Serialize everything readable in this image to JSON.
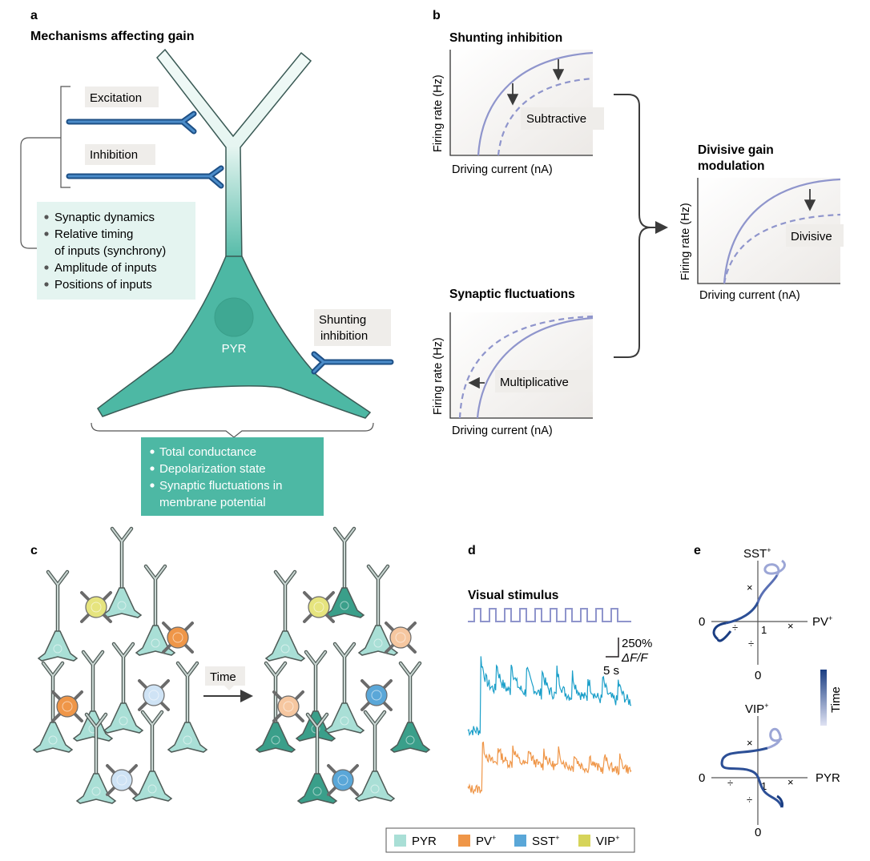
{
  "colors": {
    "pyr": "#a9dfd6",
    "pyr_dark": "#3a9f8a",
    "pv": "#ef9648",
    "sst": "#5aa7d8",
    "vip": "#d6d45a",
    "curve": "#8f95cc",
    "axon": "#2f6fb0",
    "teal_box": "#4db8a4",
    "light_box": "#e4f4f0",
    "trace_cyan": "#1b9fc9",
    "trace_orange": "#ef9648",
    "time_dark": "#1a3d82",
    "time_light": "#c3c9e8"
  },
  "panel_a": {
    "letter": "a",
    "title": "Mechanisms affecting gain",
    "excitation": "Excitation",
    "inhibition": "Inhibition",
    "list": [
      "Synaptic dynamics",
      "Relative timing",
      "of inputs (synchrony)",
      "Amplitude of inputs",
      "Positions of inputs"
    ],
    "soma": "PYR",
    "shunting": [
      "Shunting",
      "inhibition"
    ],
    "bottom_list": [
      "Total conductance",
      "Depolarization state",
      "Synaptic fluctuations in",
      "membrane potential"
    ]
  },
  "panel_b": {
    "letter": "b",
    "plot1": {
      "title": "Shunting inhibition",
      "label": "Subtractive",
      "xlabel": "Driving current (nA)",
      "ylabel": "Firing rate (Hz)"
    },
    "plot2": {
      "title": "Synaptic fluctuations",
      "label": "Multiplicative",
      "xlabel": "Driving current (nA)",
      "ylabel": "Firing rate (Hz)"
    },
    "plot3": {
      "title": [
        "Divisive gain",
        "modulation"
      ],
      "label": "Divisive",
      "xlabel": "Driving current (nA)",
      "ylabel": "Firing rate (Hz)"
    }
  },
  "panel_c": {
    "letter": "c",
    "time": "Time",
    "legend": [
      {
        "label": "PYR",
        "color_key": "pyr"
      },
      {
        "label": "PV",
        "sup": "+",
        "color_key": "pv"
      },
      {
        "label": "SST",
        "sup": "+",
        "color_key": "sst"
      },
      {
        "label": "VIP",
        "sup": "+",
        "color_key": "vip"
      }
    ]
  },
  "panel_d": {
    "letter": "d",
    "title": "Visual stimulus",
    "scale_y": "250%",
    "scale_y_unit": "ΔF/F",
    "scale_x": "5 s"
  },
  "panel_e": {
    "letter": "e",
    "top": {
      "y_label": "SST",
      "y_sup": "+",
      "x_label": "PV",
      "x_sup": "+",
      "origin": "0",
      "one": "1",
      "bottom": "0"
    },
    "bottom": {
      "y_label": "VIP",
      "y_sup": "+",
      "x_label": "PYR",
      "origin": "0",
      "one": "1",
      "bottom": "0"
    },
    "symbols": {
      "times": "×",
      "divide": "÷"
    },
    "time_label": "Time"
  }
}
